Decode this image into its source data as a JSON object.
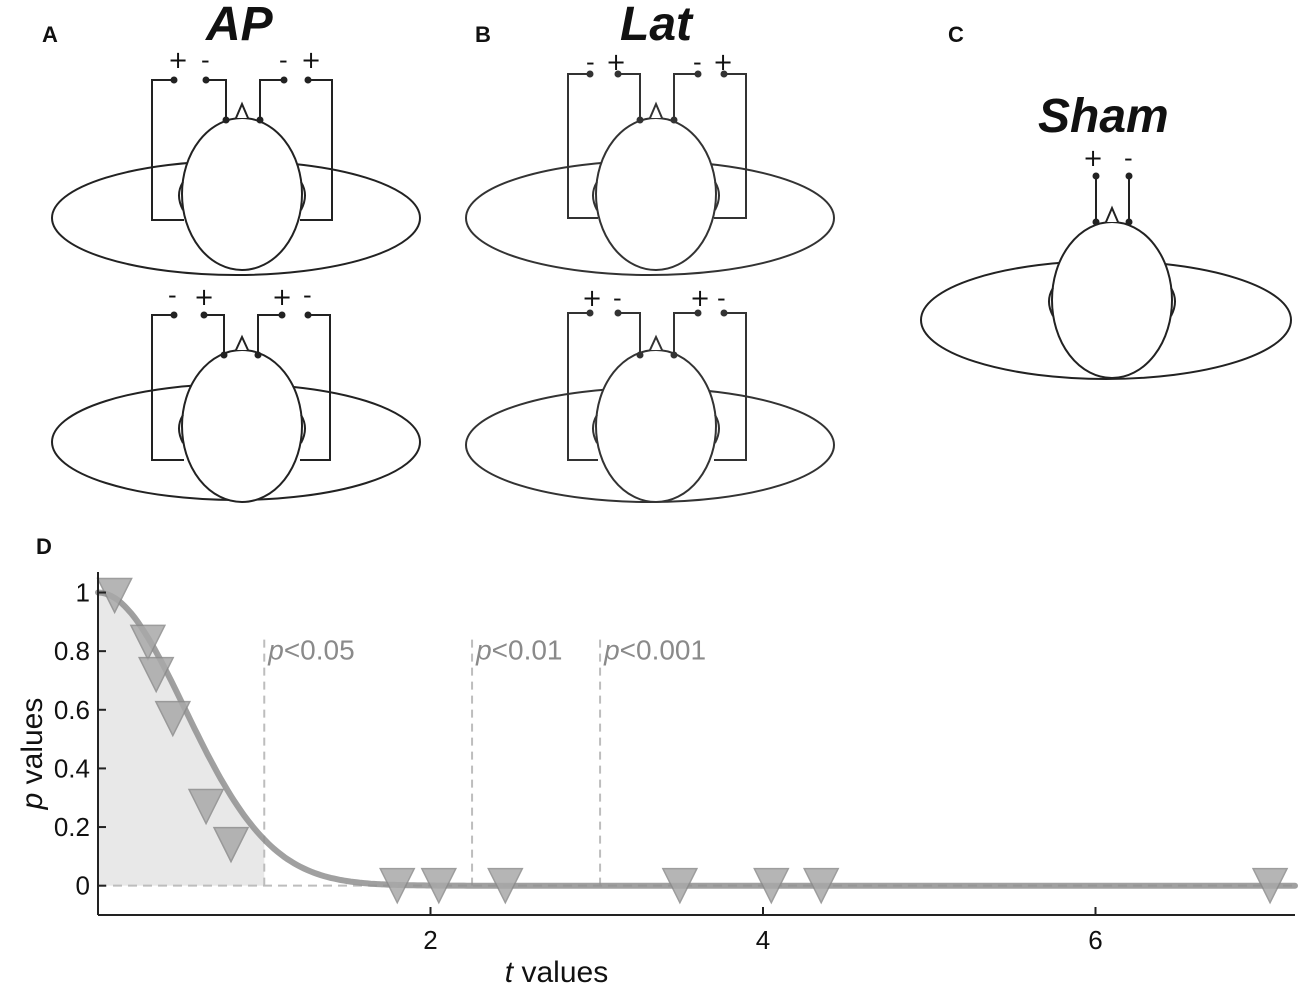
{
  "panels": {
    "A": {
      "letter": "A",
      "title": "AP",
      "top": {
        "signs": [
          "+",
          "-",
          "-",
          "+"
        ]
      },
      "bottom": {
        "signs": [
          "-",
          "+",
          "+",
          "-"
        ]
      }
    },
    "B": {
      "letter": "B",
      "title": "Lat",
      "top": {
        "signs": [
          "-",
          "+",
          "-",
          "+"
        ]
      },
      "bottom": {
        "signs": [
          "+",
          "-",
          "+",
          "-"
        ]
      }
    },
    "C": {
      "letter": "C",
      "title": "Sham",
      "signs": [
        "+",
        "-"
      ]
    },
    "D": {
      "letter": "D"
    }
  },
  "chart_data": {
    "type": "scatter",
    "xlabel_italic": "t",
    "xlabel_rest": " values",
    "ylabel_italic": "p",
    "ylabel_rest": " values",
    "xlim": [
      0,
      7.2
    ],
    "ylim": [
      -0.1,
      1.07
    ],
    "x_ticks": [
      2,
      4,
      6
    ],
    "y_ticks": [
      0,
      0.2,
      0.4,
      0.6,
      0.8,
      1
    ],
    "y_tick_labels": [
      "0",
      "0.2",
      "0.4",
      "0.6",
      "0.8",
      "1"
    ],
    "thresholds": [
      {
        "p_italic": "p",
        "rest": "<0.05",
        "t": 1.0
      },
      {
        "p_italic": "p",
        "rest": "<0.01",
        "t": 2.25
      },
      {
        "p_italic": "p",
        "rest": "<0.001",
        "t": 3.02
      }
    ],
    "points": [
      {
        "t": 0.1,
        "p": 0.99
      },
      {
        "t": 0.3,
        "p": 0.83
      },
      {
        "t": 0.35,
        "p": 0.72
      },
      {
        "t": 0.45,
        "p": 0.57
      },
      {
        "t": 0.65,
        "p": 0.27
      },
      {
        "t": 0.8,
        "p": 0.14
      },
      {
        "t": 1.8,
        "p": 0.0
      },
      {
        "t": 2.05,
        "p": 0.0
      },
      {
        "t": 2.45,
        "p": 0.0
      },
      {
        "t": 3.5,
        "p": 0.0
      },
      {
        "t": 4.05,
        "p": 0.0
      },
      {
        "t": 4.35,
        "p": 0.0
      },
      {
        "t": 7.05,
        "p": 0.0
      }
    ],
    "curve_sigma": 0.52,
    "colors": {
      "marker": "#a9a9a9",
      "marker_stroke": "#8c8c8c",
      "curve": "#8f8f8f",
      "fill": "#e8e8e8",
      "threshold": "#bdbdbd",
      "axis": "#222222"
    }
  }
}
